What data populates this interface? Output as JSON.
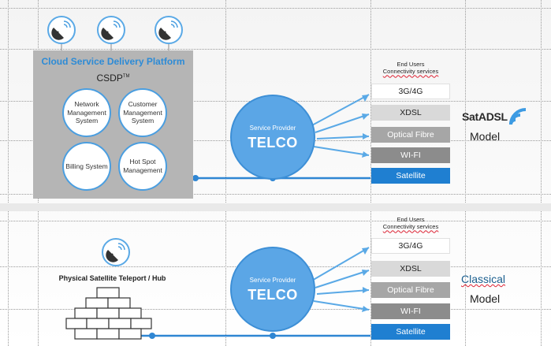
{
  "top_panel": {
    "platform_title": "Cloud Service Delivery Platform",
    "csdp_label": "CSDP",
    "csdp_tm": "TM",
    "modules": [
      {
        "label": "Network Management System"
      },
      {
        "label": "Customer Management System"
      },
      {
        "label": "Billing System"
      },
      {
        "label": "Hot Spot Management"
      }
    ],
    "satellite_icon": "satellite-dish-icon",
    "provider": {
      "subtitle": "Service Provider",
      "name": "TELCO"
    },
    "services_header": {
      "line1": "End Users",
      "line2": "Connectivity services"
    },
    "services": [
      "3G/4G",
      "XDSL",
      "Optical Fibre",
      "WI-FI",
      "Satellite"
    ],
    "model": {
      "brand": "SatADSL",
      "word": "Model",
      "brand_icon": "wifi-signal-icon"
    }
  },
  "bottom_panel": {
    "teleport_label": "Physical Satellite Teleport / Hub",
    "satellite_icon": "satellite-dish-icon",
    "wall_icon": "brick-wall-icon",
    "provider": {
      "subtitle": "Service Provider",
      "name": "TELCO"
    },
    "services_header": {
      "line1": "End Users",
      "line2": "Connectivity services"
    },
    "services": [
      "3G/4G",
      "XDSL",
      "Optical Fibre",
      "WI-FI",
      "Satellite"
    ],
    "model": {
      "line1": "Classical",
      "line2": "Model"
    }
  },
  "colors": {
    "accent": "#5ba6e6",
    "accent_dark": "#1f7fd1",
    "panel_gray": "#b5b5b5"
  }
}
